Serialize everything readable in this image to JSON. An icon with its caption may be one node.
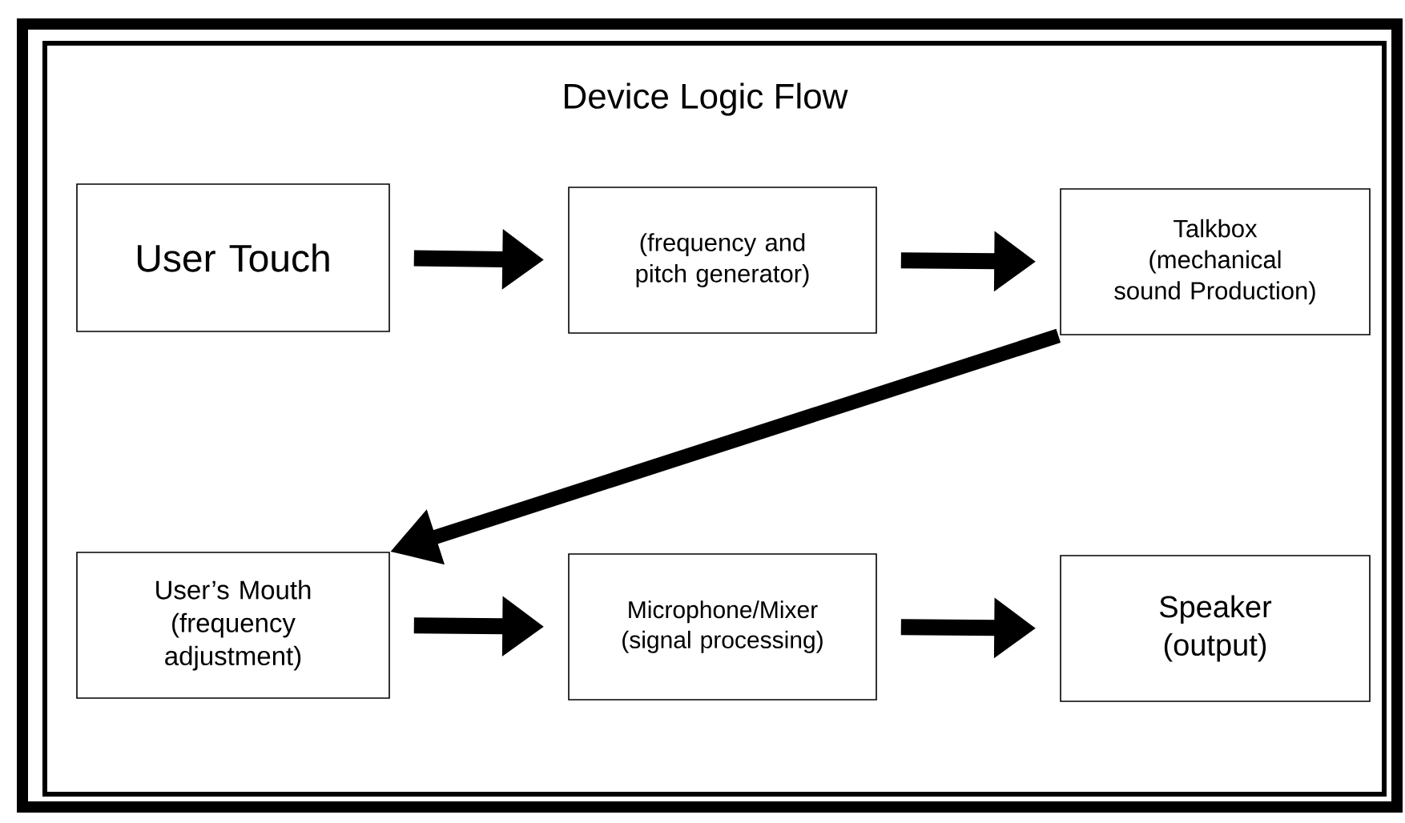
{
  "diagram": {
    "title": "Device Logic Flow",
    "nodes": [
      {
        "text": [
          "User Touch"
        ]
      },
      {
        "text": [
          "(frequency and pitch generator)"
        ]
      },
      {
        "text": [
          "Talkbox (mechanical sound Production)"
        ]
      },
      {
        "text": [
          "User’s Mouth (frequency adjustment)"
        ]
      },
      {
        "text": [
          "Microphone/Mixer (signal processing)"
        ]
      },
      {
        "text": [
          "Speaker (output)"
        ]
      }
    ],
    "edges": [
      {
        "from": 0,
        "to": 1,
        "arrow": "to"
      },
      {
        "from": 1,
        "to": 2,
        "arrow": "to"
      },
      {
        "from": 2,
        "to": 3,
        "arrow": "to"
      },
      {
        "from": 3,
        "to": 4,
        "arrow": "to"
      },
      {
        "from": 4,
        "to": 5,
        "arrow": "to"
      }
    ]
  }
}
